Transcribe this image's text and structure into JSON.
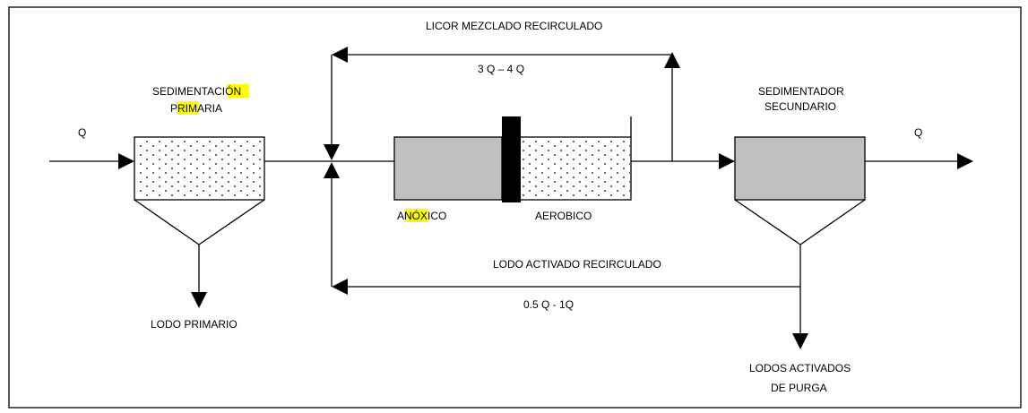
{
  "labels": {
    "q_in": "Q",
    "q_out": "Q",
    "sed_primaria_l1a": "SEDIMENTAC",
    "sed_primaria_l1b": "IÓN",
    "sed_primaria_l2a": "P",
    "sed_primaria_l2b": "RIM",
    "sed_primaria_l2c": "ARIA",
    "lodo_primario": "LODO PRIMARIO",
    "licor_mezclado": "LICOR MEZCLADO RECIRCULADO",
    "recirc_licor_rate": "3 Q – 4 Q",
    "anoxico_a": "A",
    "anoxico_b": "NÓX",
    "anoxico_c": "ICO",
    "aerobico": "AEROBICO",
    "lodo_activado": "LODO ACTIVADO RECIRCULADO",
    "recirc_lodo_rate": "0.5 Q -  1Q",
    "sed_secundario_l1": "SEDIMENTADOR",
    "sed_secundario_l2": "SECUNDARIO",
    "purga_l1": "LODOS ACTIVADOS",
    "purga_l2": "DE PURGA"
  },
  "colors": {
    "tank_fill": "#c0c0c0",
    "highlight": "#ffff00",
    "line": "#000000",
    "baffle": "#000000"
  }
}
